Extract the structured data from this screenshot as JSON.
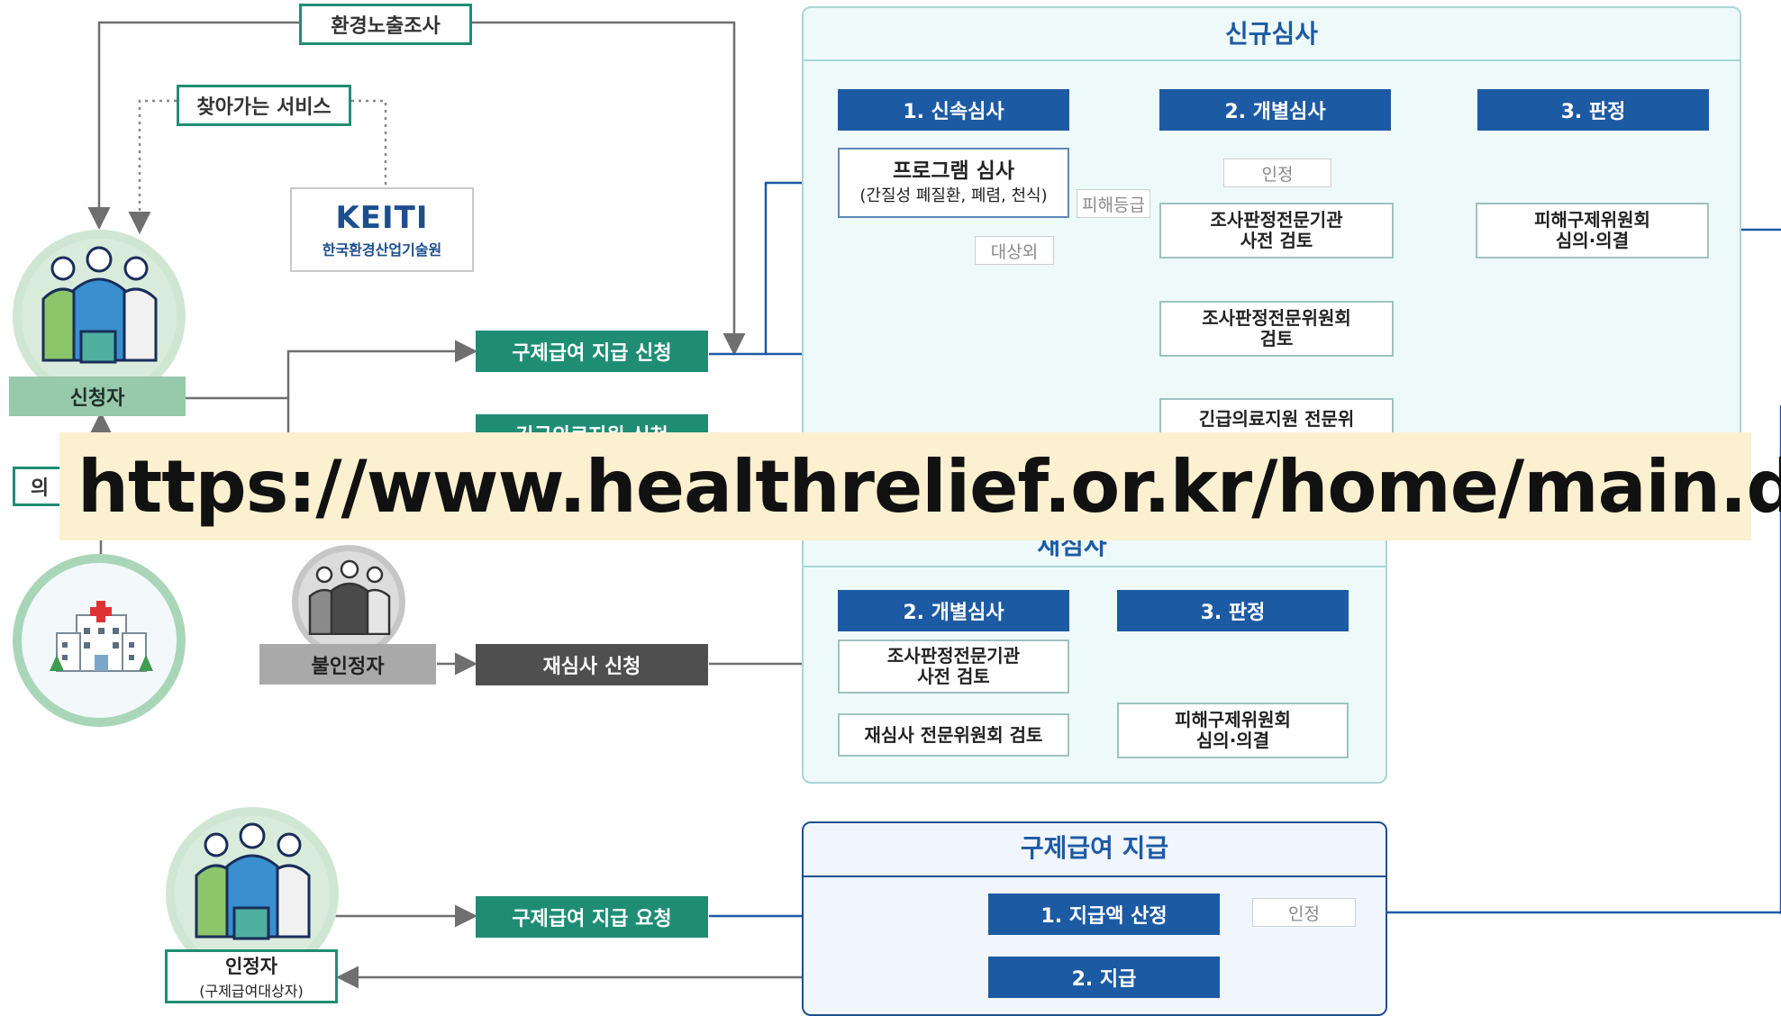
{
  "top_labels": {
    "env_exposure": "환경노출조사",
    "visiting_service": "찾아가는 서비스"
  },
  "keiti": {
    "logo": "KEITI",
    "name": "한국환경산업기술원"
  },
  "applicant": "신청자",
  "apply_benefit": "구제급여 지급 신청",
  "apply_emergency_partial": "긴급의료지원 신청",
  "left_partial_label": "의",
  "new_review": {
    "title": "신규심사",
    "steps": [
      "1. 신속심사",
      "2. 개별심사",
      "3. 판정"
    ],
    "program_review_line1": "프로그램 심사",
    "program_review_line2": "(간질성 폐질환, 폐렴, 천식)",
    "tag_approved": "인정",
    "tag_damage_grade": "피해등급",
    "tag_non_target": "대상외",
    "inst_pre_review_line1": "조사판정전문기관",
    "inst_pre_review_line2": "사전 검토",
    "committee_review_line1": "조사판정전문위원회",
    "committee_review_line2": "검토",
    "emergency_partial": "긴급의료지원 전문위",
    "relief_committee_line1": "피해구제위원회",
    "relief_committee_line2": "심의·의결"
  },
  "overlay_url": "https://www.healthrelief.or.kr/home/main.do",
  "re_review": {
    "title_partial": "재심사",
    "steps": [
      "2. 개별심사",
      "3. 판정"
    ],
    "inst_pre_review_line1": "조사판정전문기관",
    "inst_pre_review_line2": "사전 검토",
    "committee_review": "재심사 전문위원회 검토",
    "relief_committee_line1": "피해구제위원회",
    "relief_committee_line2": "심의·의결"
  },
  "rejected": "불인정자",
  "re_review_apply": "재심사 신청",
  "payment": {
    "title": "구제급여 지급",
    "calc": "1. 지급액 산정",
    "pay": "2. 지급",
    "tag_approved": "인정"
  },
  "payment_request": "구제급여 지급 요청",
  "recognized_line1": "인정자",
  "recognized_line2": "(구제급여대상자)",
  "colors": {
    "header_blue": "#1d5aa4",
    "green_button": "#1f8d74",
    "dark_button": "#4f4f4f",
    "panel_fill": "#eefafa",
    "panel_border": "#a8d7d6",
    "overlay_bg": "#fbf0cf"
  }
}
